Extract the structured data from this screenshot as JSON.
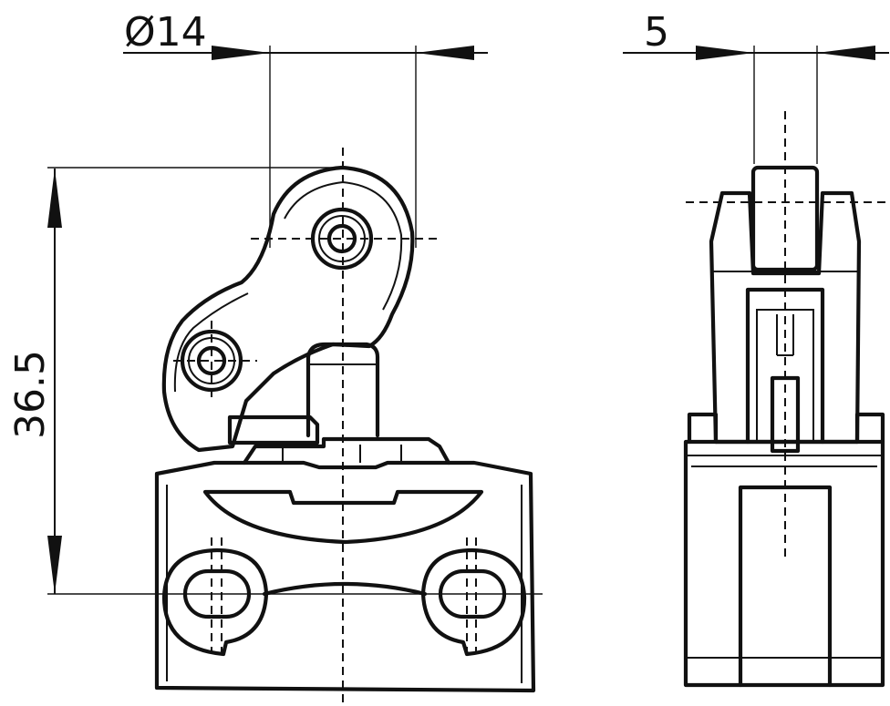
{
  "dimensions": {
    "roller_diameter": "Ø14",
    "roller_width": "5",
    "overall_height": "36.5"
  }
}
